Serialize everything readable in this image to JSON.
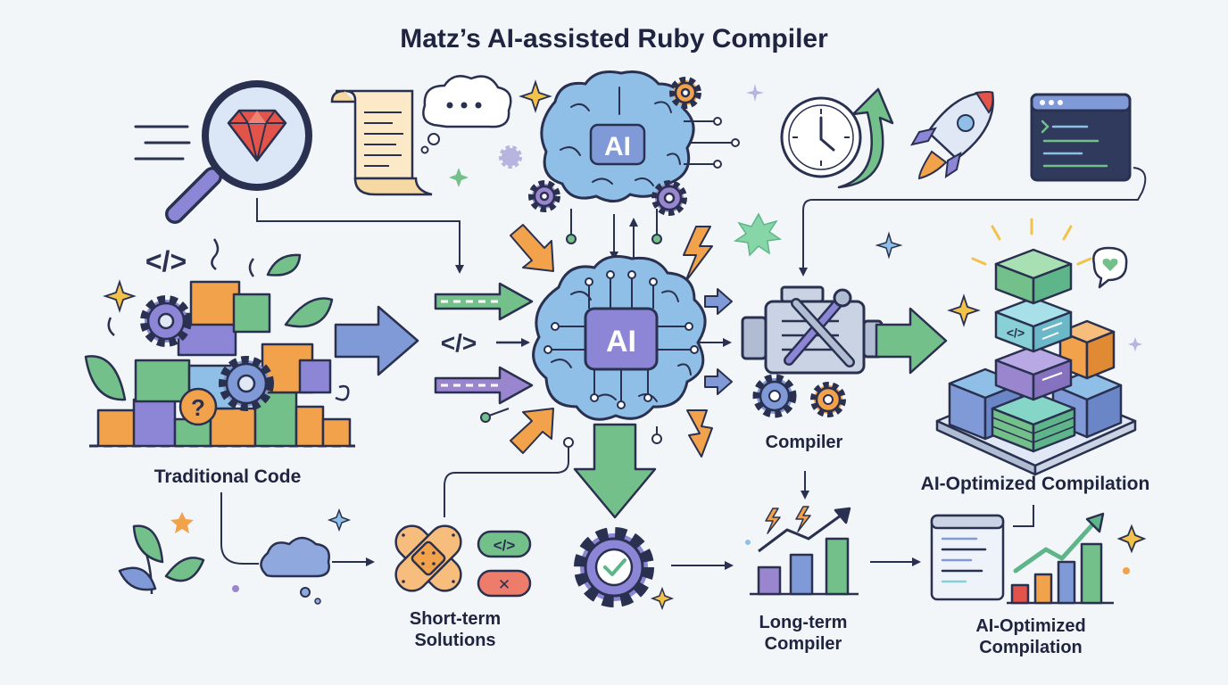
{
  "title": "Matz’s AI-assisted Ruby Compiler",
  "brain_top": {
    "label": "AI"
  },
  "brain_center": {
    "label": "AI"
  },
  "labels": {
    "traditional_code": "Traditional Code",
    "compiler": "Compiler",
    "ai_optimized_compilation_top": "AI-Optimized Compilation",
    "short_term_line1": "Short-term",
    "short_term_line2": "Solutions",
    "long_term_line1": "Long-term",
    "long_term_line2": "Compiler",
    "ai_optimized_line1": "AI-Optimized",
    "ai_optimized_line2": "Compilation"
  },
  "glyphs": {
    "code_tag": "</>",
    "question": "?",
    "cross": "✕"
  },
  "colors": {
    "outline": "#2a3150",
    "blue": "#7f9ad6",
    "brain": "#8fbfe6",
    "green": "#74c08a",
    "purple": "#9a86cf",
    "orange": "#eea058",
    "teal": "#86d0d6",
    "red": "#e07060",
    "yellow": "#f2c24a"
  }
}
